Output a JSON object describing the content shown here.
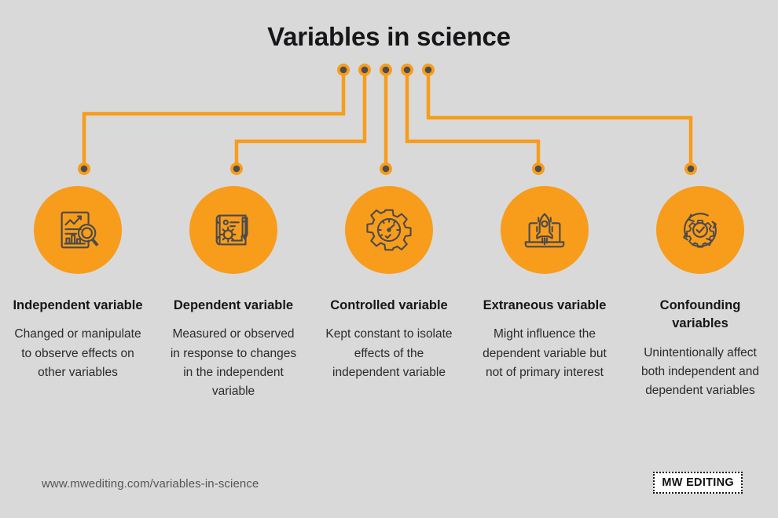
{
  "page": {
    "title": "Variables in science",
    "background_color": "#d9d9d9",
    "accent_color": "#f89c1c",
    "text_color": "#161619",
    "connector_dot_center_color": "#4d4d4d"
  },
  "columns": [
    {
      "icon": "report-chart-magnifier-icon",
      "title": "Independent variable",
      "description": "Changed or manipulate to observe effects on other variables"
    },
    {
      "icon": "blueprint-gear-pencil-icon",
      "title": "Dependent variable",
      "description": "Measured or observed in response to changes in the independent variable"
    },
    {
      "icon": "gear-gauge-icon",
      "title": "Controlled variable",
      "description": "Kept constant to isolate effects of the independent variable"
    },
    {
      "icon": "rocket-laptop-icon",
      "title": "Extraneous variable",
      "description": "Might influence the dependent variable but not of primary interest"
    },
    {
      "icon": "gear-check-cycle-icon",
      "title": "Confounding variables",
      "description": "Unintentionally affect both independent and dependent variables"
    }
  ],
  "footer": {
    "url": "www.mwediting.com/variables-in-science",
    "logo_text": "MW EDITING"
  }
}
